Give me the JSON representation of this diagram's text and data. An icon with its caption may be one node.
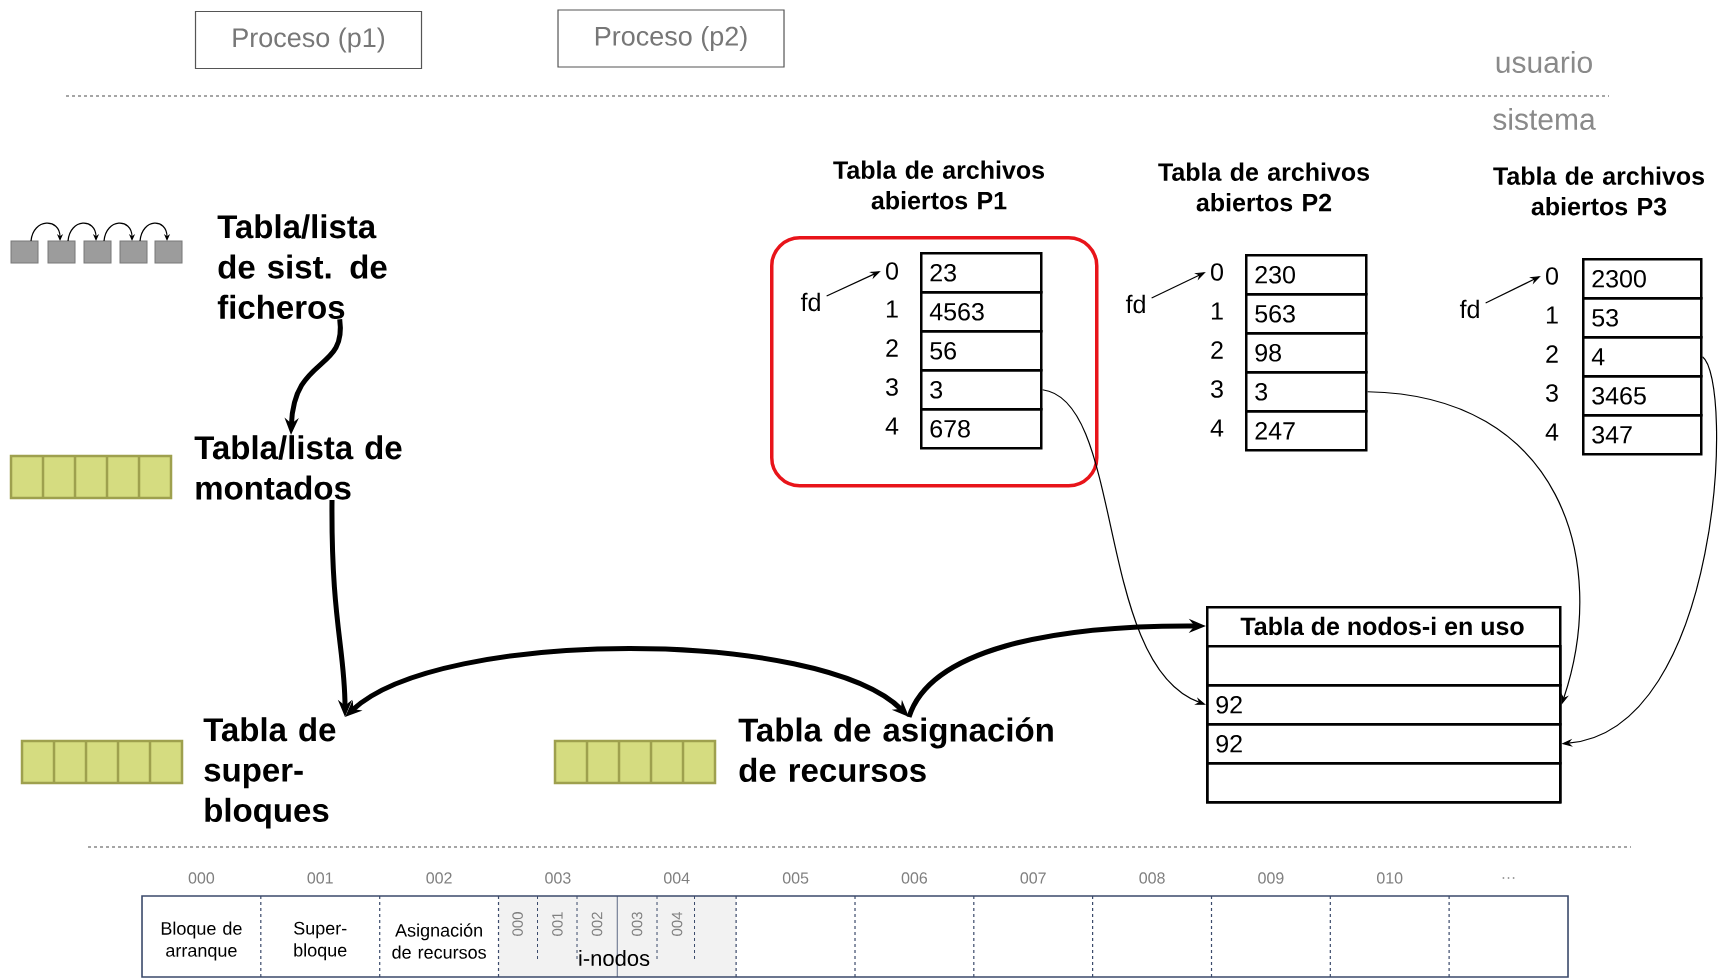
{
  "diagram": {
    "nodes": [
      {
        "text": [
          "Proceso (p1)"
        ]
      },
      {
        "text": [
          "Proceso (p2)"
        ]
      },
      {
        "text": [
          "Tabla/lista de sist. de ficheros"
        ]
      },
      {
        "text": [
          "Tabla/lista de montados"
        ]
      },
      {
        "text": [
          "Tabla de super-bloques"
        ]
      },
      {
        "text": [
          "Tabla de asignación de recursos"
        ]
      },
      {
        "text": [],
        "shape": "box"
      },
      {
        "text": [
          "fd"
        ],
        "in": 6
      },
      {
        "text": [
          "23"
        ],
        "in": 6
      },
      {
        "text": [
          "4563"
        ],
        "in": 6
      },
      {
        "text": [
          "56"
        ],
        "in": 6
      },
      {
        "text": [
          "3"
        ],
        "in": 6
      },
      {
        "text": [
          "678"
        ],
        "in": 6
      },
      {
        "text": [
          "fd"
        ]
      },
      {
        "text": [
          "230"
        ]
      },
      {
        "text": [
          "563"
        ]
      },
      {
        "text": [
          "98"
        ]
      },
      {
        "text": [
          "3"
        ]
      },
      {
        "text": [
          "247"
        ]
      },
      {
        "text": [
          "fd"
        ]
      },
      {
        "text": [
          "2300"
        ]
      },
      {
        "text": [
          "53"
        ]
      },
      {
        "text": [
          "4"
        ]
      },
      {
        "text": [
          "3465"
        ]
      },
      {
        "text": [
          "347"
        ]
      },
      {
        "text": [
          "Tabla de nodos-i en uso"
        ]
      },
      {
        "text": [],
        "shape": "box",
        "in": 25
      },
      {
        "text": [
          "92"
        ],
        "in": 25
      },
      {
        "text": [
          "92"
        ],
        "in": 25
      },
      {
        "text": [],
        "shape": "box",
        "in": 25
      },
      {
        "text": [
          "0"
        ],
        "in": 6
      },
      {
        "text": [
          "0"
        ]
      },
      {
        "text": [
          "0"
        ]
      }
    ],
    "edges": [
      {
        "from": 2,
        "to": 3,
        "arrow": "to",
        "style": "thick"
      },
      {
        "from": 3,
        "to": 4,
        "arrow": "to",
        "style": "thick"
      },
      {
        "from": 4,
        "to": 5,
        "arrow": "both",
        "style": "thick"
      },
      {
        "from": 5,
        "to": 25,
        "arrow": "to",
        "style": "thick"
      },
      {
        "from": 11,
        "to": 27,
        "arrow": "to"
      },
      {
        "from": 17,
        "to": 27,
        "arrow": "to"
      },
      {
        "from": 22,
        "to": 28,
        "arrow": "to"
      },
      {
        "from": 7,
        "to": 30,
        "arrow": "to"
      },
      {
        "from": 13,
        "to": 31,
        "arrow": "to"
      },
      {
        "from": 19,
        "to": 32,
        "arrow": "to"
      }
    ],
    "labels": [
      "usuario",
      "sistema",
      "Tabla de archivos abiertos P1",
      "Tabla de archivos abiertos P2",
      "Tabla de archivos abiertos P3",
      "1",
      "2",
      "3",
      "4",
      "1",
      "2",
      "3",
      "4",
      "1",
      "2",
      "3",
      "4",
      "000",
      "001",
      "002",
      "003",
      "004",
      "005",
      "006",
      "007",
      "008",
      "009",
      "010",
      "…",
      "Bloque de arranque",
      "Super-bloque",
      "Asignación de recursos",
      "000",
      "001",
      "002",
      "003",
      "004",
      "i-nodos"
    ]
  }
}
